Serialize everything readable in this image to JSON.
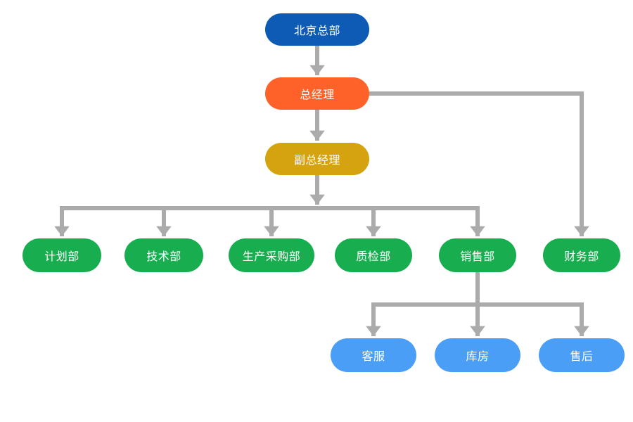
{
  "diagram": {
    "type": "org-chart",
    "background_color": "#FFFFFF",
    "connector_color": "#ABABAB",
    "node_text_color": "#FFFFFF",
    "nodes": {
      "beijing_hq": {
        "label": "北京总部",
        "color": "#0D5BB5"
      },
      "general_manager": {
        "label": "总经理",
        "color": "#FF6228"
      },
      "deputy_general_manager": {
        "label": "副总经理",
        "color": "#D5A30F"
      },
      "planning": {
        "label": "计划部",
        "color": "#18AD4F"
      },
      "technology": {
        "label": "技术部",
        "color": "#18AD4F"
      },
      "production_procurement": {
        "label": "生产采购部",
        "color": "#18AD4F"
      },
      "quality_inspection": {
        "label": "质检部",
        "color": "#18AD4F"
      },
      "sales": {
        "label": "销售部",
        "color": "#18AD4F"
      },
      "finance": {
        "label": "财务部",
        "color": "#18AD4F"
      },
      "customer_service": {
        "label": "客服",
        "color": "#4B9EF5"
      },
      "warehouse": {
        "label": "库房",
        "color": "#4B9EF5"
      },
      "after_sales": {
        "label": "售后",
        "color": "#4B9EF5"
      }
    },
    "edges": [
      {
        "from": "北京总部",
        "to": "总经理"
      },
      {
        "from": "总经理",
        "to": "副总经理"
      },
      {
        "from": "总经理",
        "to": "财务部"
      },
      {
        "from": "副总经理",
        "to": "计划部"
      },
      {
        "from": "副总经理",
        "to": "技术部"
      },
      {
        "from": "副总经理",
        "to": "生产采购部"
      },
      {
        "from": "副总经理",
        "to": "质检部"
      },
      {
        "from": "副总经理",
        "to": "销售部"
      },
      {
        "from": "销售部",
        "to": "客服"
      },
      {
        "from": "销售部",
        "to": "库房"
      },
      {
        "from": "销售部",
        "to": "售后"
      }
    ]
  }
}
